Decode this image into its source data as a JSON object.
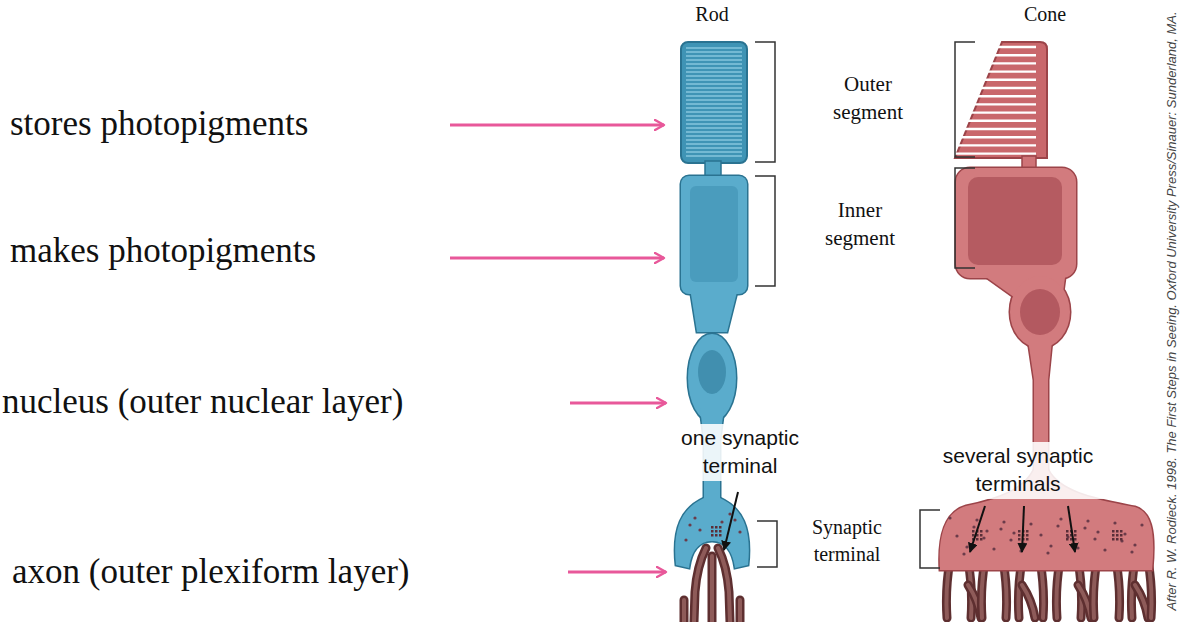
{
  "diagram": {
    "labels": [
      "Rod",
      "Cone",
      "stores photopigments",
      "Outer segment",
      "makes photopigments",
      "Inner segment",
      "nucleus (outer nuclear layer)",
      "one synaptic terminal",
      "several synaptic terminals",
      "Synaptic terminal",
      "axon (outer plexiform layer)",
      "After R. W. Rodieck. 1998. The First Steps in Seeing. Oxford University Press/Sinauer: Sunderland, MA."
    ]
  }
}
